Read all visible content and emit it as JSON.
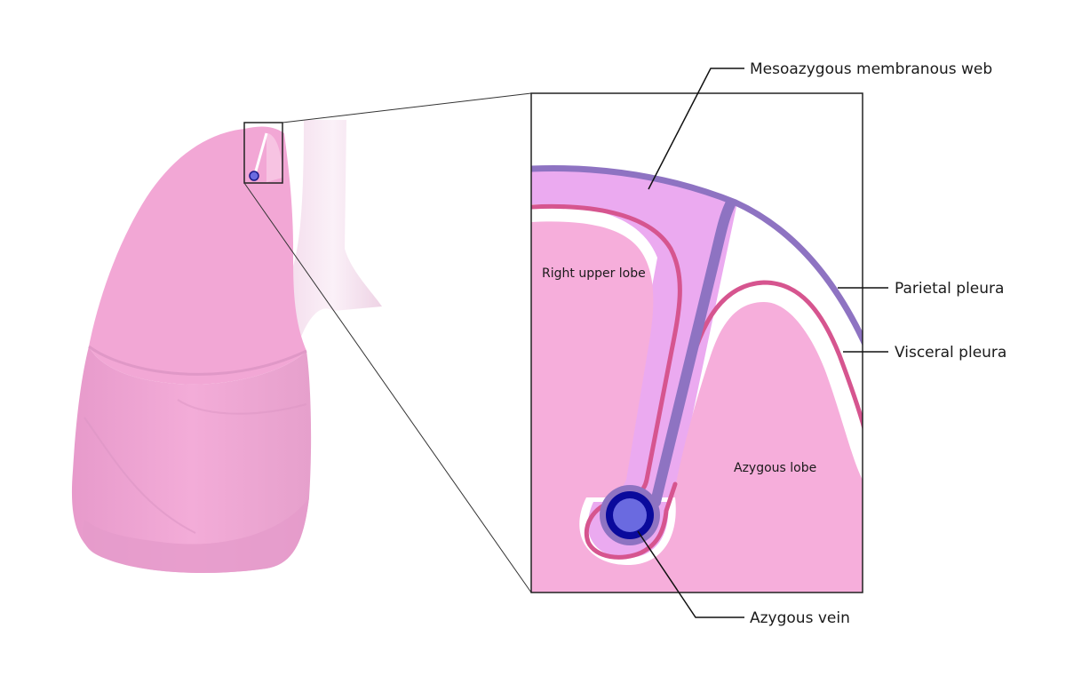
{
  "labels": {
    "mesoazygous_membranous_web": "Mesoazygous membranous web",
    "parietal_pleura": "Parietal pleura",
    "visceral_pleura": "Visceral pleura",
    "azygous_vein": "Azygous vein",
    "right_upper_lobe": "Right upper lobe",
    "azygous_lobe": "Azygous lobe"
  },
  "colors": {
    "lung_pink": "#f2a7d5",
    "lung_shadow": "#d98bc0",
    "lobe_fill": "#f6aedb",
    "web_fill": "#ebaaf0",
    "parietal_pleura": "#8e73c2",
    "visceral_pleura": "#d6558f",
    "vein_outer": "#0a0a9c",
    "vein_inner": "#6a6ae0",
    "trachea": "#f6e4f0"
  }
}
